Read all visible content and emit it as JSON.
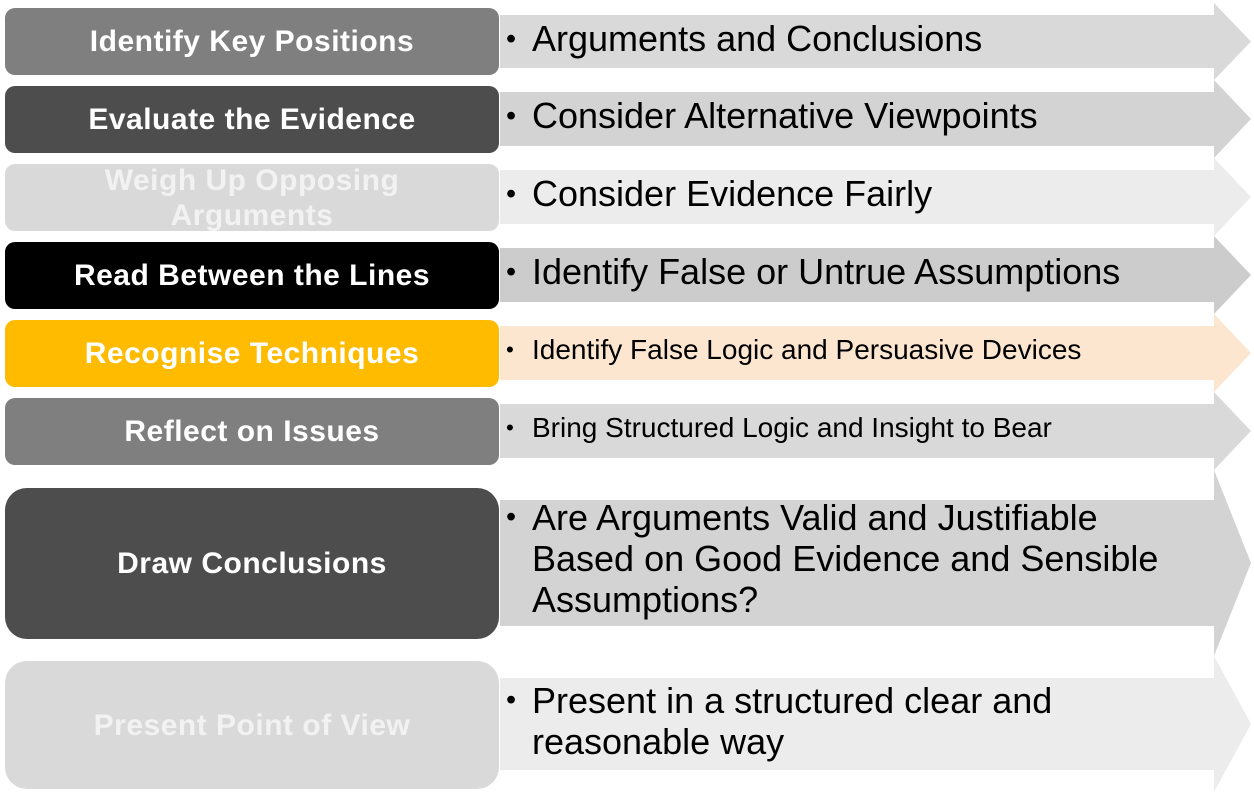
{
  "steps": [
    {
      "label": "Identify Key Positions",
      "detail": "Arguments and Conclusions",
      "box_color": "#7f7f7f",
      "label_color": "#ffffff",
      "arrow_color": "#d9d9d9"
    },
    {
      "label": "Evaluate the Evidence",
      "detail": "Consider Alternative Viewpoints",
      "box_color": "#4d4d4d",
      "label_color": "#ffffff",
      "arrow_color": "#d3d3d3"
    },
    {
      "label": "Weigh Up Opposing Arguments",
      "detail": "Consider Evidence Fairly",
      "box_color": "#d9d9d9",
      "label_color": "#f2f2f2",
      "arrow_color": "#ececec"
    },
    {
      "label": "Read Between the Lines",
      "detail": "Identify False or Untrue Assumptions",
      "box_color": "#000000",
      "label_color": "#ffffff",
      "arrow_color": "#cccccc"
    },
    {
      "label": "Recognise Techniques",
      "detail": "Identify False Logic and Persuasive Devices",
      "box_color": "#ffbb00",
      "label_color": "#ffffff",
      "arrow_color": "#fde6cf"
    },
    {
      "label": "Reflect on Issues",
      "detail": "Bring Structured Logic and Insight to Bear",
      "box_color": "#7f7f7f",
      "label_color": "#ffffff",
      "arrow_color": "#d9d9d9"
    },
    {
      "label": "Draw Conclusions",
      "detail": "Are Arguments Valid and Justifiable Based on Good Evidence and Sensible Assumptions?",
      "box_color": "#4d4d4d",
      "label_color": "#ffffff",
      "arrow_color": "#d3d3d3"
    },
    {
      "label": "Present Point of View",
      "detail": "Present in a structured clear and reasonable way",
      "box_color": "#d9d9d9",
      "label_color": "#f2f2f2",
      "arrow_color": "#ececec"
    }
  ],
  "bullet_glyph": "•"
}
